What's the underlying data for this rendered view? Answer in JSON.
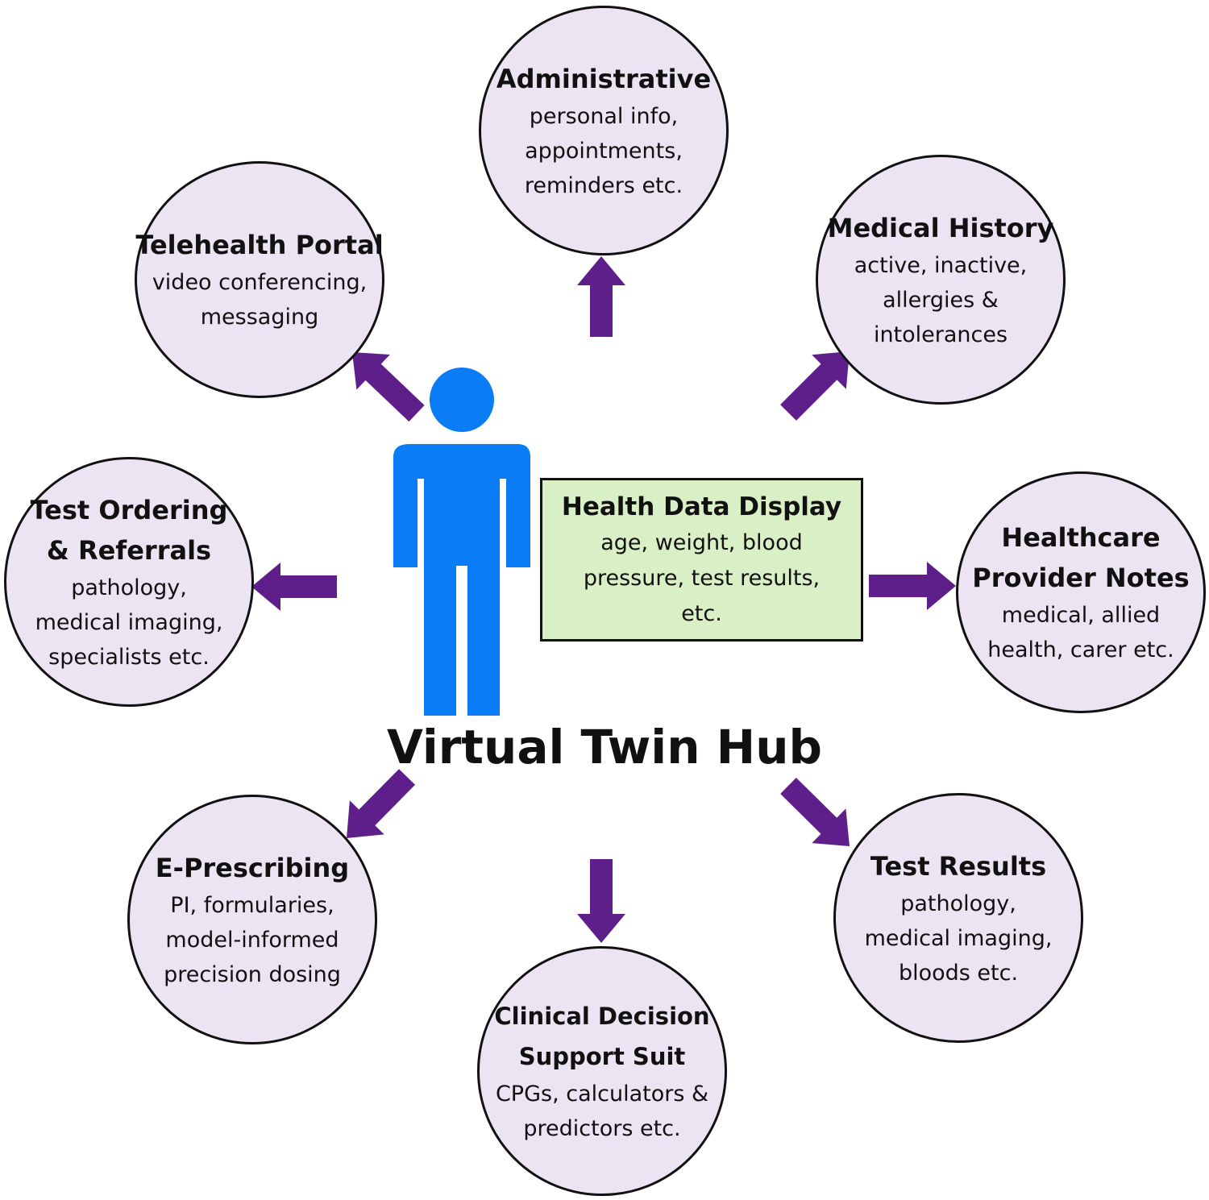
{
  "hub": {
    "title": "Virtual Twin Hub"
  },
  "info_box": {
    "title": "Health Data Display",
    "lines": [
      "age, weight, blood",
      "pressure, test results,",
      "etc."
    ]
  },
  "nodes": [
    {
      "id": "administrative",
      "title": [
        "Administrative"
      ],
      "desc": [
        "personal info,",
        "appointments,",
        "reminders etc."
      ]
    },
    {
      "id": "medical-history",
      "title": [
        "Medical History"
      ],
      "desc": [
        "active, inactive,",
        "allergies &",
        "intolerances"
      ]
    },
    {
      "id": "healthcare-provider-notes",
      "title": [
        "Healthcare",
        "Provider Notes"
      ],
      "desc": [
        "medical, allied",
        "health, carer etc."
      ]
    },
    {
      "id": "test-results",
      "title": [
        "Test Results"
      ],
      "desc": [
        "pathology,",
        "medical imaging,",
        "bloods etc."
      ]
    },
    {
      "id": "clinical-decision-support",
      "title": [
        "Clinical Decision",
        "Support Suit"
      ],
      "desc": [
        "CPGs, calculators &",
        "predictors etc."
      ]
    },
    {
      "id": "e-prescribing",
      "title": [
        "E-Prescribing"
      ],
      "desc": [
        "PI, formularies,",
        "model-informed",
        "precision dosing"
      ]
    },
    {
      "id": "test-ordering-referrals",
      "title": [
        "Test Ordering",
        "& Referrals"
      ],
      "desc": [
        "pathology,",
        "medical imaging,",
        "specialists etc."
      ]
    },
    {
      "id": "telehealth-portal",
      "title": [
        "Telehealth Portal"
      ],
      "desc": [
        "video conferencing,",
        "messaging"
      ]
    }
  ],
  "colors": {
    "person": "#0a7cf5",
    "arrow": "#5e1f8a",
    "node_fill": "#ece4f3",
    "info_fill": "#d9efc5",
    "outline": "#111111"
  },
  "icons": [
    "person-icon",
    "arrow-icon"
  ]
}
